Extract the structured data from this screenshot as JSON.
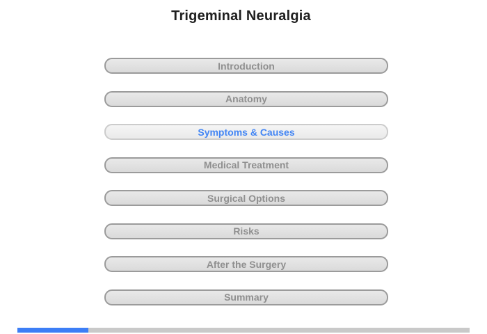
{
  "header": {
    "title": "Trigeminal Neuralgia"
  },
  "menu": {
    "items": [
      {
        "label": "Introduction",
        "active": false
      },
      {
        "label": "Anatomy",
        "active": false
      },
      {
        "label": "Symptoms & Causes",
        "active": true
      },
      {
        "label": "Medical Treatment",
        "active": false
      },
      {
        "label": "Surgical Options",
        "active": false
      },
      {
        "label": "Risks",
        "active": false
      },
      {
        "label": "After the Surgery",
        "active": false
      },
      {
        "label": "Summary",
        "active": false
      }
    ]
  },
  "progress": {
    "percent": 15.7
  },
  "colors": {
    "title_text": "#1f1f1f",
    "button_text": "#8f8f8f",
    "button_border": "#9b9b9b",
    "active_text": "#4285f4",
    "active_border": "#cccccc",
    "progress_fill": "#3d7ef6",
    "progress_track": "#c9c9c9"
  }
}
